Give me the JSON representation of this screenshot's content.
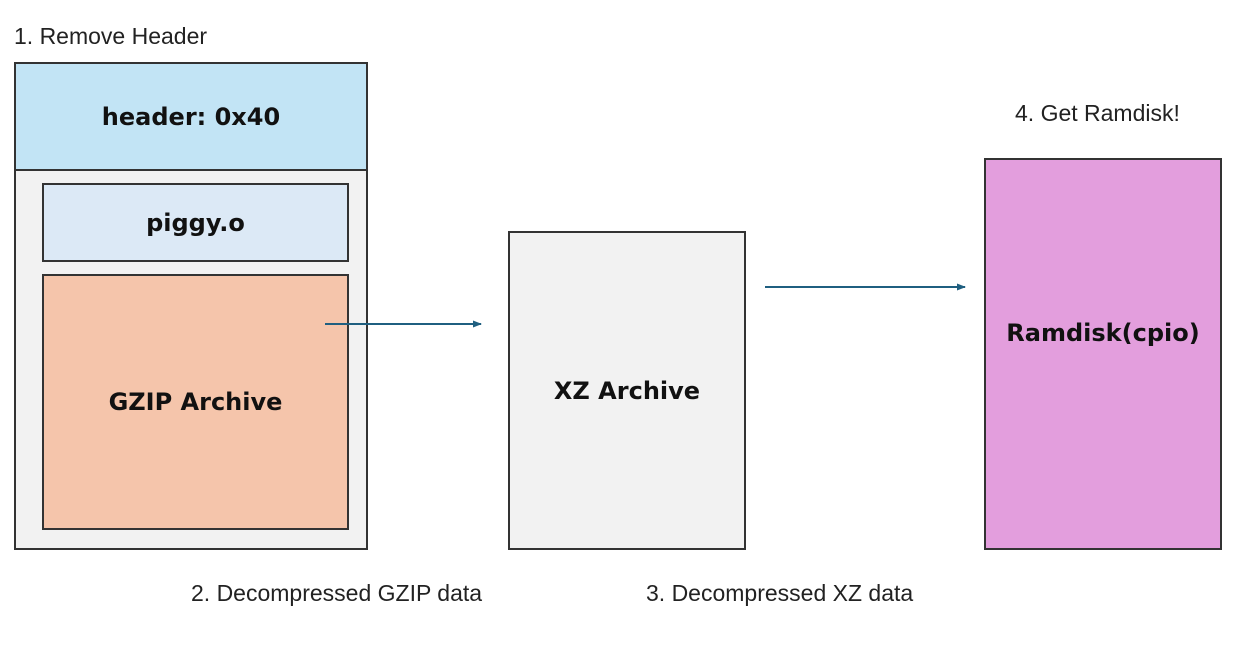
{
  "steps": {
    "step1": "1. Remove Header",
    "step2": "2. Decompressed GZIP data",
    "step3": "3. Decompressed XZ data",
    "step4": "4. Get Ramdisk!"
  },
  "blocks": {
    "header": "header: 0x40",
    "piggy": "piggy.o",
    "gzip": "GZIP Archive",
    "xz": "XZ Archive",
    "ramdisk": "Ramdisk(cpio)"
  },
  "colors": {
    "header_fill": "#c2e4f5",
    "container_fill": "#f2f2f2",
    "piggy_fill": "#dce9f6",
    "gzip_fill": "#f5c5ab",
    "xz_fill": "#f2f2f2",
    "ramdisk_fill": "#e39edd",
    "arrow": "#1f5f80",
    "border": "#333333"
  }
}
